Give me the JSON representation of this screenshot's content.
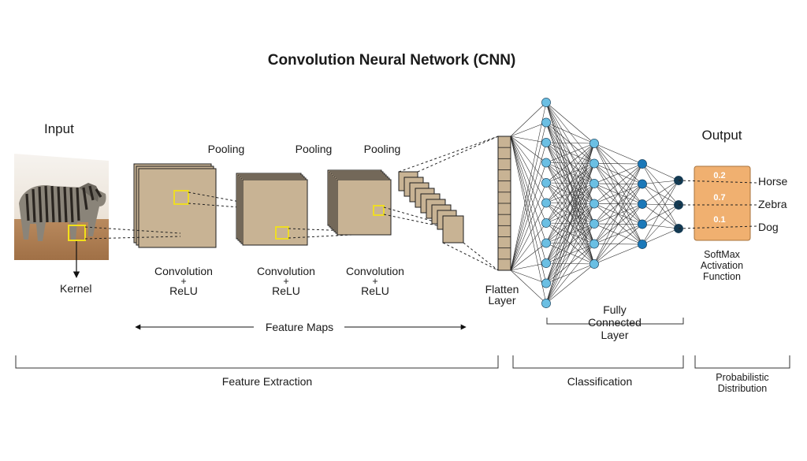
{
  "title": "Convolution  Neural  Network (CNN)",
  "input": {
    "label": "Input",
    "kernel_label": "Kernel"
  },
  "stages": [
    {
      "pooling": "Pooling",
      "conv": "Convolution",
      "plus": "+",
      "relu": "ReLU"
    },
    {
      "pooling": "Pooling",
      "conv": "Convolution",
      "plus": "+",
      "relu": "ReLU"
    },
    {
      "pooling": "Pooling",
      "conv": "Convolution",
      "plus": "+",
      "relu": "ReLU"
    }
  ],
  "flatten": {
    "line1": "Flatten",
    "line2": "Layer"
  },
  "fully_connected": {
    "line1": "Fully",
    "line2": "Connected",
    "line3": "Layer"
  },
  "feature_maps": "Feature  Maps",
  "output": {
    "label": "Output",
    "values": [
      "0.2",
      "0.7",
      "0.1"
    ],
    "classes": [
      "Horse",
      "Zebra",
      "Dog"
    ],
    "softmax": {
      "line1": "SoftMax",
      "line2": "Activation",
      "line3": "Function"
    }
  },
  "sections": {
    "feature_extraction": "Feature Extraction",
    "classification": "Classification",
    "probabilistic": {
      "line1": "Probabilistic",
      "line2": "Distribution"
    }
  },
  "colors": {
    "map_fill": "#c8b394",
    "kernel": "#f2e01a",
    "node_light": "#6bbfe3",
    "node_mid": "#1b78b8",
    "node_dark": "#143a52",
    "output_box": "#f0b070"
  }
}
